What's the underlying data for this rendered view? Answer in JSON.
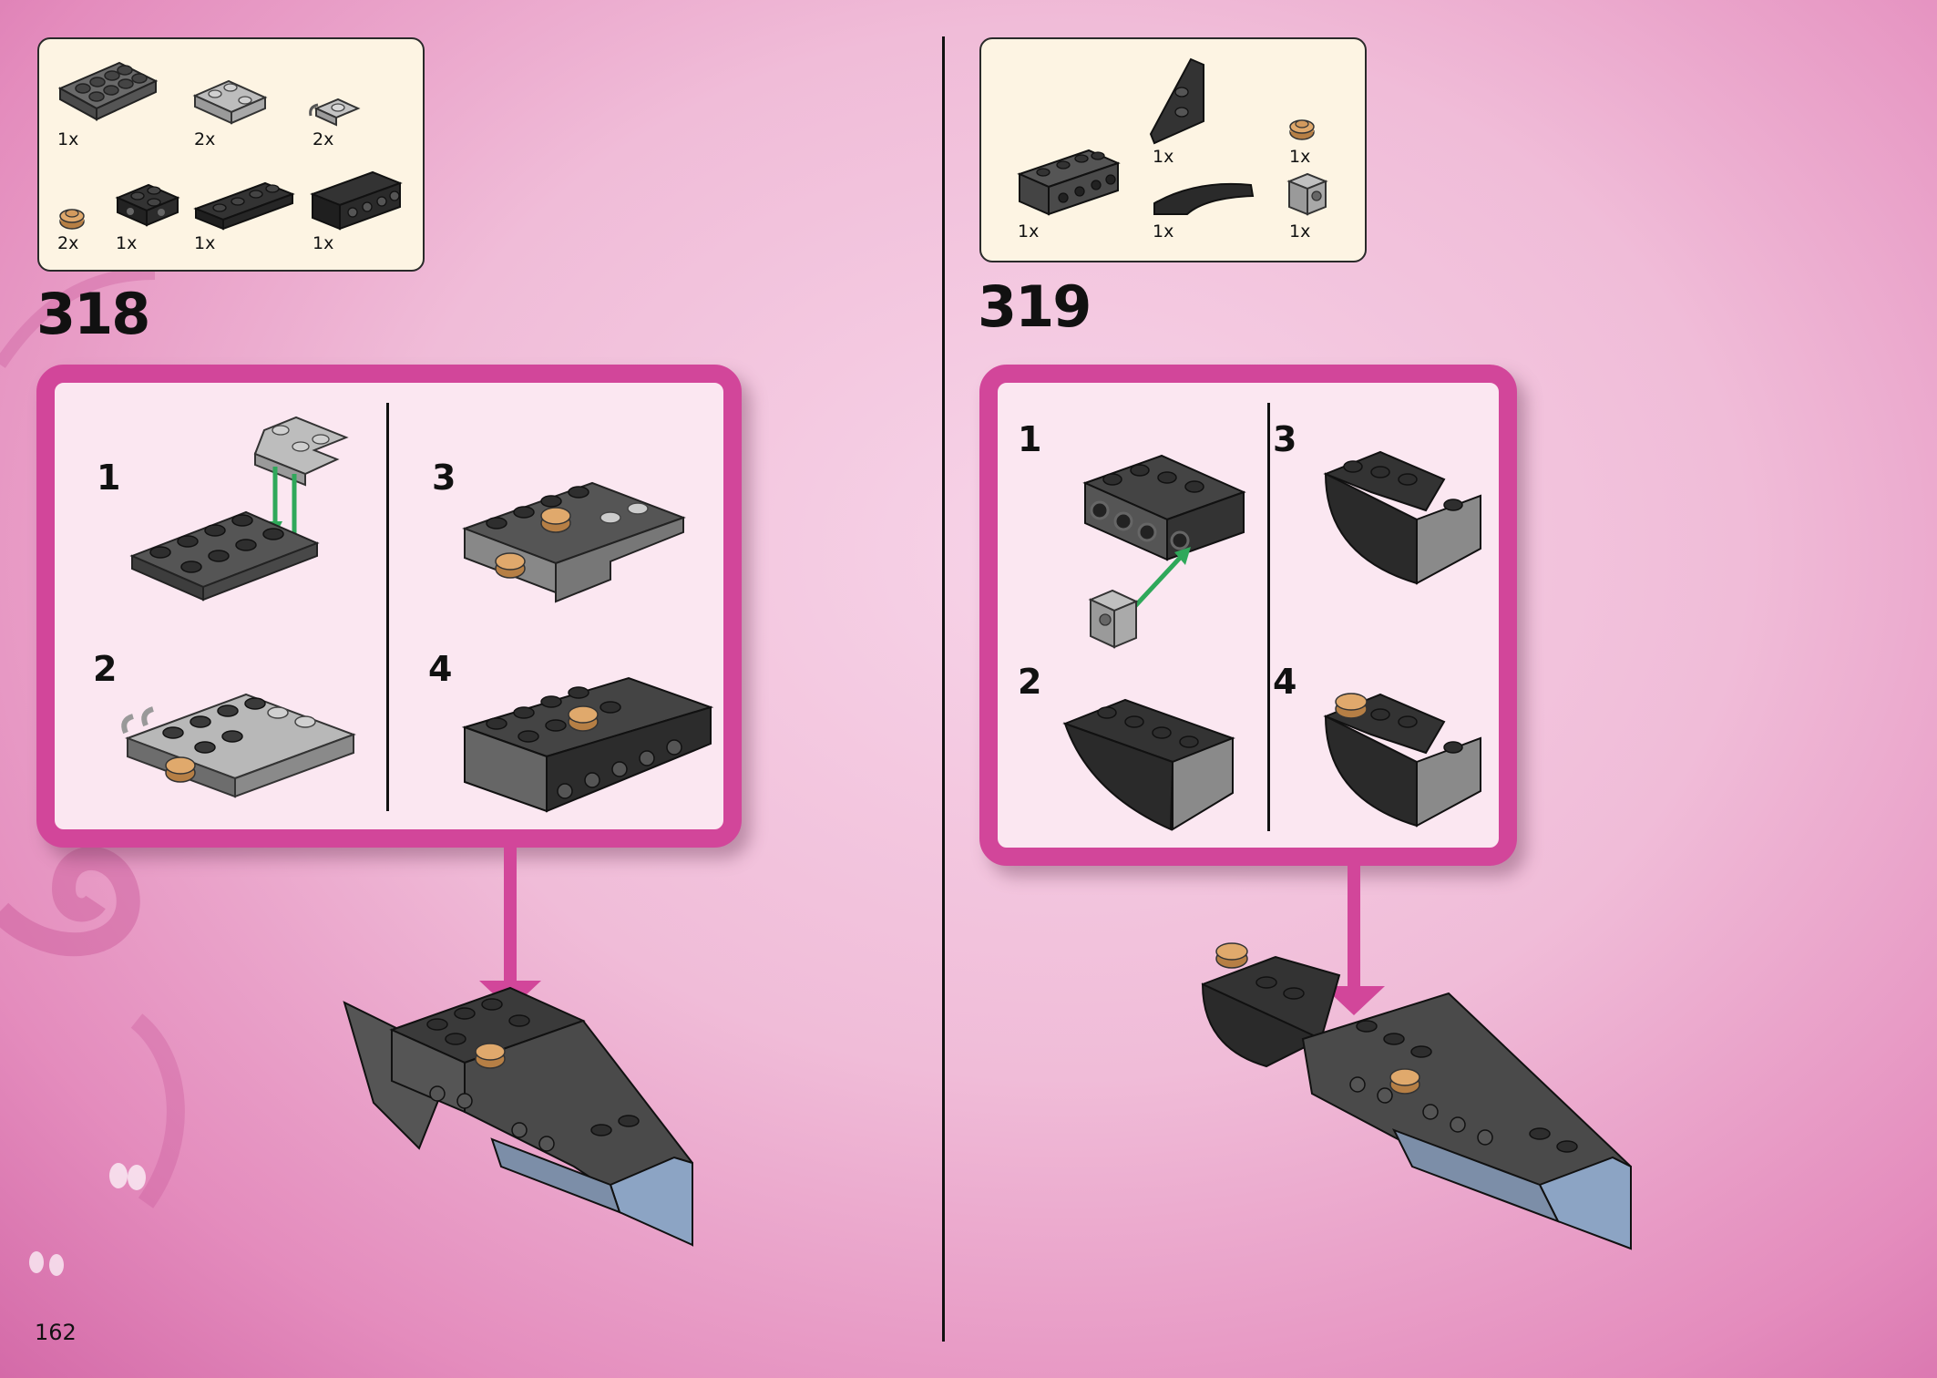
{
  "page": {
    "number": "162"
  },
  "colors": {
    "panel_border": "#d2469a",
    "panel_fill": "#fbe7f1",
    "parts_box": "#fdf4e3"
  },
  "steps": [
    {
      "number": "318",
      "parts": [
        {
          "qty": "1x",
          "icon": "dark-gray-plate-2x4-icon"
        },
        {
          "qty": "2x",
          "icon": "light-gray-plate-corner-icon"
        },
        {
          "qty": "2x",
          "icon": "light-gray-clip-plate-icon"
        },
        {
          "qty": "2x",
          "icon": "tan-round-plate-icon"
        },
        {
          "qty": "1x",
          "icon": "black-bracket-icon"
        },
        {
          "qty": "1x",
          "icon": "black-plate-1x4-icon"
        },
        {
          "qty": "1x",
          "icon": "black-brick-studs-side-icon"
        }
      ],
      "substeps": [
        "1",
        "2",
        "3",
        "4"
      ]
    },
    {
      "number": "319",
      "parts": [
        {
          "qty": "1x",
          "icon": "black-wedge-plate-icon"
        },
        {
          "qty": "1x",
          "icon": "tan-round-plate-icon"
        },
        {
          "qty": "1x",
          "icon": "dark-gray-brick-1x4-studs-side-icon"
        },
        {
          "qty": "1x",
          "icon": "black-curved-slope-icon"
        },
        {
          "qty": "1x",
          "icon": "light-gray-brick-stud-side-icon"
        }
      ],
      "substeps": [
        "1",
        "2",
        "3",
        "4"
      ]
    }
  ]
}
